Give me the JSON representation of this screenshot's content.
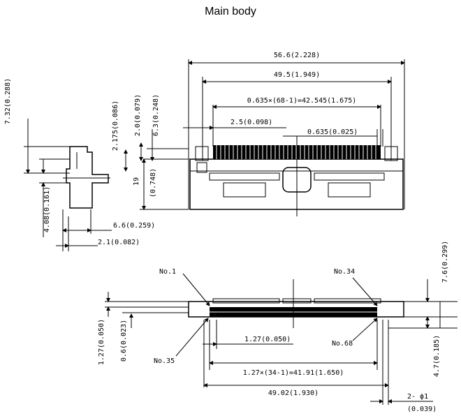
{
  "title": "Main body",
  "top_view": {
    "overall_width": "56.6(2.228)",
    "inner_width": "49.5(1.949)",
    "pin_span": "0.635×(68-1)=42.545(1.675)",
    "offset": "2.5(0.098)",
    "pitch": "0.635(0.025)",
    "heights": [
      "2.175(0.086)",
      "2.0(0.079)",
      "6.3(0.248)",
      "19",
      "(0.748)"
    ]
  },
  "side_view": {
    "top_label": "7.32(0.288)",
    "left_height": "4.08(0.161)",
    "width_a": "6.6(0.259)",
    "width_b": "2.1(0.082)"
  },
  "bottom_view": {
    "pin_no1": "No.1",
    "pin_no34": "No.34",
    "pin_no35": "No.35",
    "pin_no68": "No.68",
    "pitch": "1.27(0.050)",
    "pin_span": "1.27×(34-1)=41.91(1.650)",
    "post_span": "49.02(1.930)",
    "left_a": "1.27(0.050)",
    "left_b": "0.6(0.023)",
    "right_a": "7.6(0.299)",
    "right_b": "4.7(0.185)",
    "hole_a": "2- ϕ1",
    "hole_b": "(0.039)"
  }
}
